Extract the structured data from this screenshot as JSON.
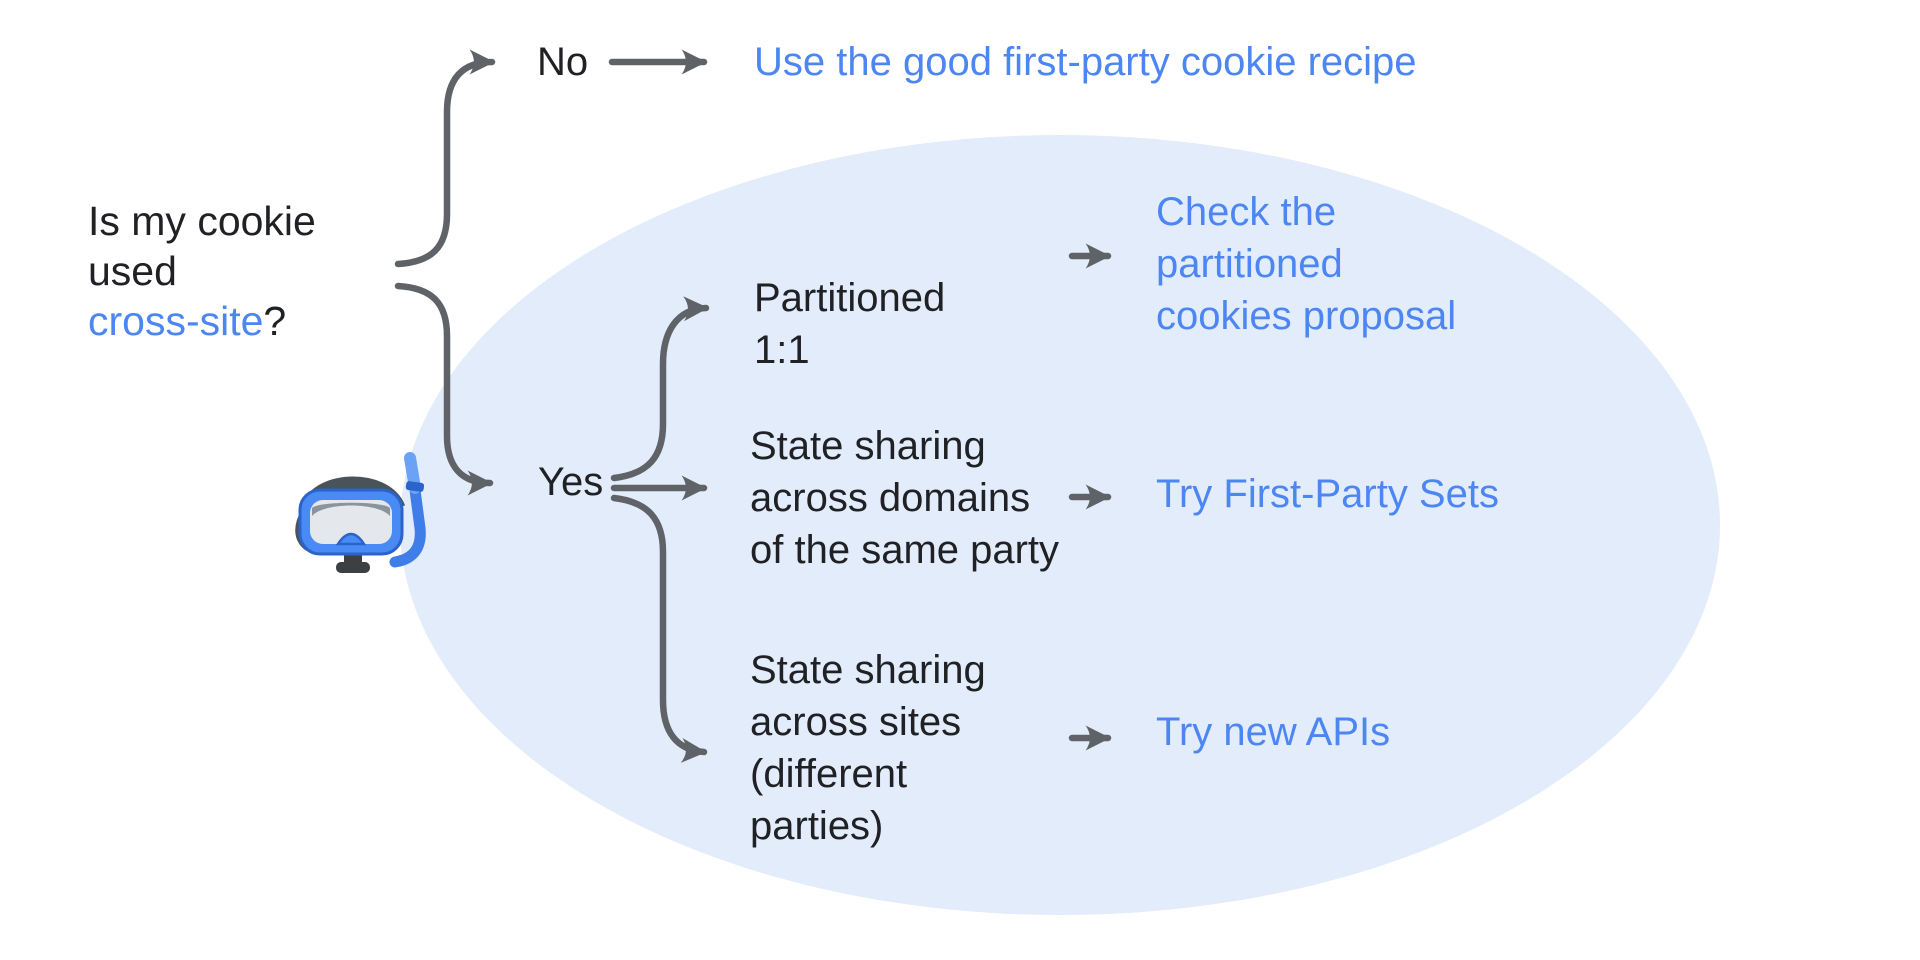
{
  "colors": {
    "background": "#ffffff",
    "ellipse_fill": "#e3ecfb",
    "accent_blue": "#4c86f3",
    "text_black": "#202124",
    "connector_gray": "#5f6368"
  },
  "question": {
    "line1": "Is my cookie",
    "line2": "used",
    "highlight": "cross-site",
    "suffix": "?"
  },
  "no_branch": {
    "label": "No",
    "answer": "Use the good first-party cookie recipe"
  },
  "yes_branch": {
    "label": "Yes",
    "sub_branches": [
      {
        "condition_lines": [
          "Partitioned",
          "1:1"
        ],
        "answer_lines": [
          "Check the",
          "partitioned",
          "cookies proposal"
        ]
      },
      {
        "condition_lines": [
          "State sharing",
          "across domains",
          "of the same party"
        ],
        "answer_lines": [
          "Try First-Party Sets"
        ]
      },
      {
        "condition_lines": [
          "State sharing",
          "across sites",
          "(different",
          "parties)"
        ],
        "answer_lines": [
          "Try new APIs"
        ]
      }
    ]
  },
  "icons": {
    "diving_mask": "diving-mask-emoji"
  }
}
